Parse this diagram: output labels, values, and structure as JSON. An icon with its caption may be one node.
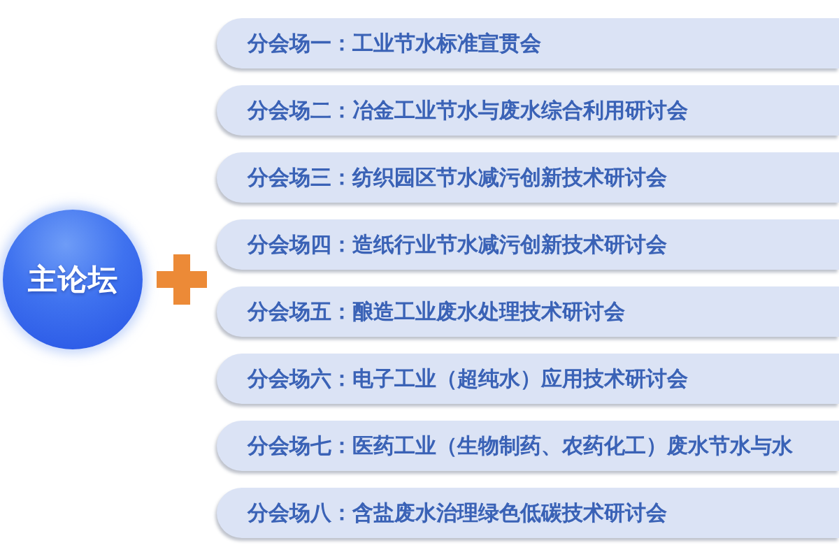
{
  "diagram": {
    "nodes": [
      {
        "text": [
          "主论坛"
        ]
      },
      {
        "text": [
          "分会场一：工业节水标准宣贯会"
        ]
      },
      {
        "text": [
          "分会场二：冶金工业节水与废水综合利用研讨会"
        ]
      },
      {
        "text": [
          "分会场三：纺织园区节水减污创新技术研讨会"
        ]
      },
      {
        "text": [
          "分会场四：造纸行业节水减污创新技术研讨会"
        ]
      },
      {
        "text": [
          "分会场五：酿造工业废水处理技术研讨会"
        ]
      },
      {
        "text": [
          "分会场六：电子工业（超纯水）应用技术研讨会"
        ]
      },
      {
        "text": [
          "分会场七：医药工业（生物制药、农药化工）废水节水与水"
        ]
      },
      {
        "text": [
          "分会场八：含盐废水治理绿色低碳技术研讨会"
        ]
      }
    ]
  }
}
